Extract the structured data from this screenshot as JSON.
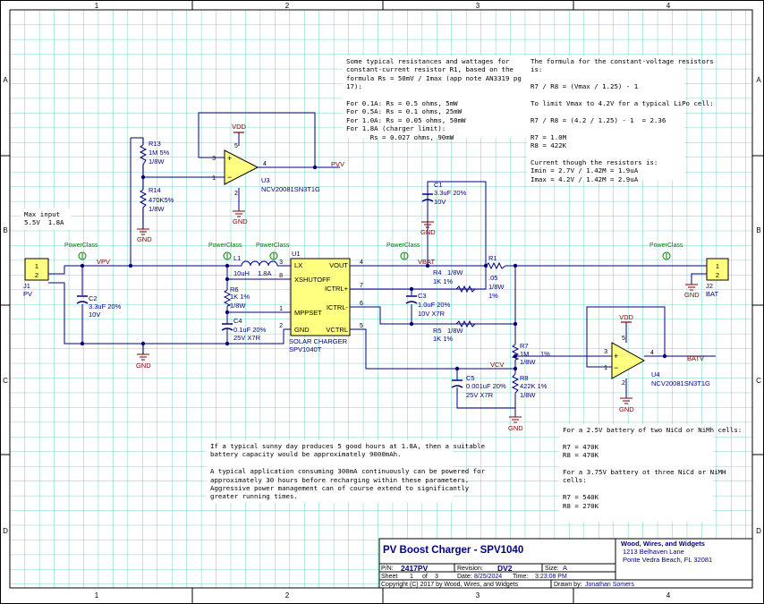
{
  "frame": {
    "col_labels": [
      "1",
      "2",
      "3",
      "4"
    ],
    "row_labels": [
      "A",
      "B",
      "C",
      "D"
    ]
  },
  "colors": {
    "grid": "#00a99d",
    "wire": "#000080",
    "refdes": "#000080",
    "net": "#800000",
    "power_class": "#008000",
    "comp_fill": "#ffff80"
  },
  "notes": {
    "resistors_text": "Some typical resistances and wattages for\nconstant-current resistor R1, based on the\nformula Rs = 50mV / Imax (app note AN3319 pg\n17):\n\nFor 0.1A: Rs = 0.5 ohms, 5mW\nFor 0.5A: Rs = 0.1 ohms, 25mW\nFor 1.0A: Rs = 0.05 ohms, 50mW\nFor 1.8A (charger limit):\n      Rs = 0.027 ohms, 90mW",
    "formula_text": "The formula for the constant-voltage resistors\nis:\n\nR7 / R8 = (Vmax / 1.25) - 1\n\nTo limit Vmax to 4.2V for a typical LiPo cell:\n\nR7 / R8 = (4.2 / 1.25) - 1  = 2.36\n\nR7 = 1.0M\nR8 = 422K\n\nCurrent though the resistors is:\nImin = 2.7V / 1.42M = 1.9uA\nImax = 4.2V / 1.42M = 2.9uA",
    "max_input_text": "Max input\n5.5V  1.8A",
    "sunny_text": "If a typical sunny day produces 5 good hours at 1.8A, then a suitable\nbattery capacity would be approximately 9000mAh.\n\nA typical application consuming 300mA continuously can be powered for\napproximately 30 hours before recharging within these parameters.\nAggressive power management can of course extend to significantly\ngreater running times.",
    "battery_text": "For a 2.5V battery of two NiCd or NiMh cells:\n\nR7 = 470K\nR8 = 470K\n\nFor a 3.75V battery ot three NiCd or NiMH\ncells:\n\nR7 = 540K\nR8 = 270K"
  },
  "title_block": {
    "title": "PV Boost Charger - SPV1040",
    "company": "Wood, Wires, and Widgets",
    "address1": "1213 Belhaven Lane",
    "address2": "Ponte Vedra Beach, FL 32081",
    "pn_label": "P/N:",
    "pn_value": "2417PV",
    "revision_label": "Revision:",
    "revision_value": "DV2",
    "size_label": "Size:",
    "size_value": "A",
    "sheet_label": "Sheet",
    "sheet_num": "1",
    "sheet_of": "of",
    "sheet_total": "3",
    "date_label": "Date:",
    "date_value": "8/25/2024",
    "time_label": "Time:",
    "time_value": "3:23:08 PM",
    "copyright": "Copyright (C) 2017 by Wood, Wires, and Widgets",
    "drawn_label": "Drawn by:",
    "drawn_value": "Jonathan Somers"
  },
  "nets": {
    "vpv": "VPV",
    "pvv": "PVV",
    "vbat": "VBAT",
    "vcv": "VCV",
    "batv": "BATV",
    "vdd": "VDD",
    "gnd": "GND",
    "power_class": "PowerClass"
  },
  "components": {
    "j1": {
      "ref": "J1",
      "value": "PV",
      "pin1": "1",
      "pin2": "2"
    },
    "j2": {
      "ref": "J2",
      "value": "BAT",
      "pin1": "1",
      "pin2": "2"
    },
    "c2": {
      "ref": "C2",
      "v1": "3.3uF 20%",
      "v2": "10V"
    },
    "l1": {
      "ref": "L1",
      "v1": "10uH",
      "v2": "1.8A"
    },
    "r6": {
      "ref": "R6",
      "v1": "1K  1%",
      "v2": "1/8W"
    },
    "c4": {
      "ref": "C4",
      "v1": "0.1uF 20%",
      "v2": "25V  X7R"
    },
    "u1": {
      "ref": "U1",
      "v1": "SOLAR CHARGER",
      "v2": "SPV1040T",
      "lx": "LX",
      "xshutoff": "XSHUTOFF",
      "mppset": "MPPSET",
      "gnd": "GND",
      "vout": "VOUT",
      "ictrlp": "ICTRL+",
      "ictrlm": "ICTRL-",
      "vctrl": "VCTRL",
      "p3": "3",
      "p8": "8",
      "p1": "1",
      "p2": "2",
      "p4": "4",
      "p7": "7",
      "p6": "6",
      "p5": "5"
    },
    "r13": {
      "ref": "R13",
      "v1": "1M   5%",
      "v2": "1/8W"
    },
    "r14": {
      "ref": "R14",
      "v1": "470K5%",
      "v2": "1/8W"
    },
    "u3": {
      "ref": "U3",
      "value": "NCV20081SN3T1G",
      "p3": "3",
      "p1": "1",
      "p4": "4",
      "p5": "5",
      "p2": "2"
    },
    "c1": {
      "ref": "C1",
      "v1": "3.3uF 20%",
      "v2": "10V"
    },
    "r1": {
      "ref": "R1",
      "v1": ".05",
      "v2": "1/8W",
      "v3": "1%"
    },
    "r4": {
      "ref": "R4",
      "v1": "1/8W",
      "v2": "1K  1%"
    },
    "c3": {
      "ref": "C3",
      "v1": "1.0uF 20%",
      "v2": "10V   X7R"
    },
    "r5": {
      "ref": "R5",
      "v1": "1/8W",
      "v2": "1K  1%"
    },
    "r7": {
      "ref": "R7",
      "v1": "1M",
      "v2": "1/8W",
      "v3": "1%"
    },
    "r8": {
      "ref": "R8",
      "v1": "422K  1%",
      "v2": "1/8W"
    },
    "c5": {
      "ref": "C5",
      "v1": "0.001uF 20%",
      "v2": "25V  X7R"
    },
    "u4": {
      "ref": "U4",
      "value": "NCV20081SN3T1G",
      "p3": "3",
      "p1": "1",
      "p4": "4",
      "p5": "5",
      "p2": "2"
    }
  }
}
